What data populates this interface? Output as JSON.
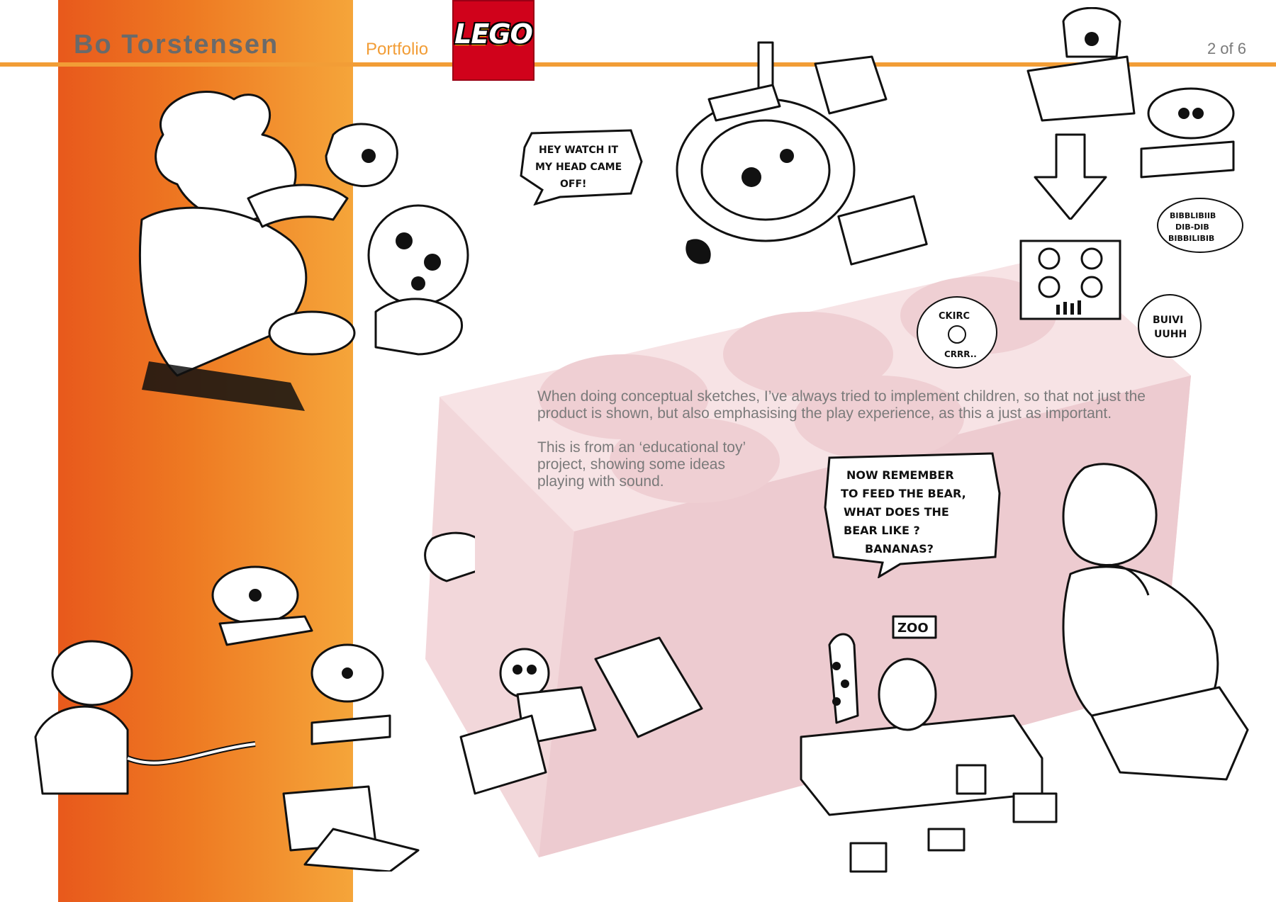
{
  "header": {
    "name": "Bo Torstensen",
    "section": "Portfolio",
    "page": "2 of 6"
  },
  "logo": {
    "text": "LEGO",
    "brand_color": "#d0021b"
  },
  "colors": {
    "accent_orange": "#f29d36",
    "band_dark": "#e8591c",
    "band_light": "#f5a53a",
    "brick_pink": "#e9b7bd"
  },
  "body": {
    "paragraph_1": "When doing conceptual sketches, I’ve always tried to implement children, so that not just the product is shown, but also emphasising  the play experience, as this a just as important.",
    "paragraph_2": "This is from an ‘educational toy’ project, showing some ideas playing with sound."
  },
  "speech": {
    "bubble_1": [
      "HEY WATCH IT",
      "MY HEAD CAME",
      "OFF!"
    ],
    "bubble_2": [
      "BIBBLIBIIB",
      "DIB-DIB",
      "BIBBILIBIB"
    ],
    "bubble_3": [
      "CKIRC",
      "CRRR.."
    ],
    "bubble_4": [
      "BUIVI",
      "UUHH"
    ],
    "bubble_5": [
      "NOW REMEMBER",
      "TO FEED THE BEAR,",
      "WHAT DOES THE",
      "BEAR LIKE ?",
      "BANANAS?"
    ],
    "zoo_sign": "ZOO"
  }
}
